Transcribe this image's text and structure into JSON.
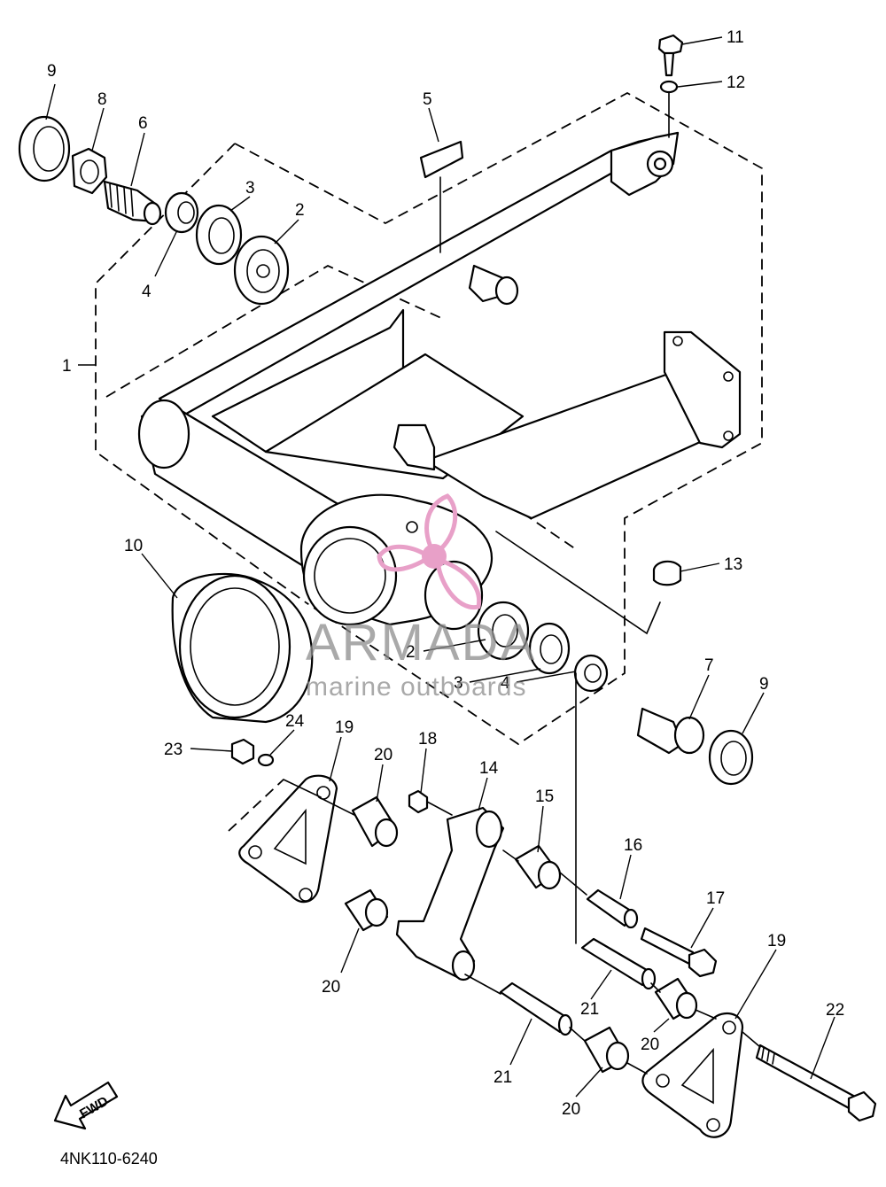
{
  "diagram_code": "4NK110-6240",
  "watermark": {
    "brand": "ARMADA",
    "tagline": "marine outboards",
    "logo_icon": "propeller-logo-icon",
    "logo_color": "#e8a0c8",
    "text_color": "#8c8c8c"
  },
  "direction_arrow_label": "FWD",
  "callouts": {
    "c1": "1",
    "c2a": "2",
    "c2b": "2",
    "c3a": "3",
    "c3b": "3",
    "c4a": "4",
    "c4b": "4",
    "c5": "5",
    "c6": "6",
    "c7": "7",
    "c8": "8",
    "c9a": "9",
    "c9b": "9",
    "c10": "10",
    "c11": "11",
    "c12": "12",
    "c13": "13",
    "c14": "14",
    "c15": "15",
    "c16": "16",
    "c17": "17",
    "c18": "18",
    "c19a": "19",
    "c19b": "19",
    "c20a": "20",
    "c20b": "20",
    "c20c": "20",
    "c20d": "20",
    "c21a": "21",
    "c21b": "21",
    "c22": "22",
    "c23": "23",
    "c24": "24"
  }
}
